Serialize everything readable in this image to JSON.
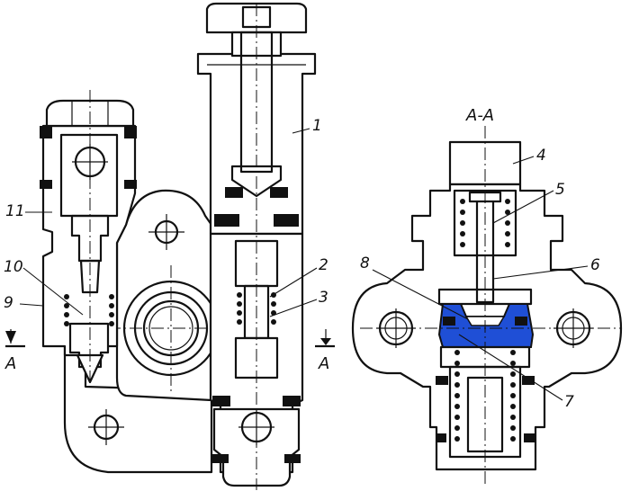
{
  "section": {
    "label": "A-A",
    "marker_left": "A",
    "marker_right": "A"
  },
  "callouts": {
    "c1": "1",
    "c2": "2",
    "c3": "3",
    "c4": "4",
    "c5": "5",
    "c6": "6",
    "c7": "7",
    "c8": "8",
    "c9": "9",
    "c10": "10",
    "c11": "11"
  },
  "colors": {
    "highlight": "#1f4fd6",
    "line": "#111111",
    "background": "#ffffff"
  }
}
